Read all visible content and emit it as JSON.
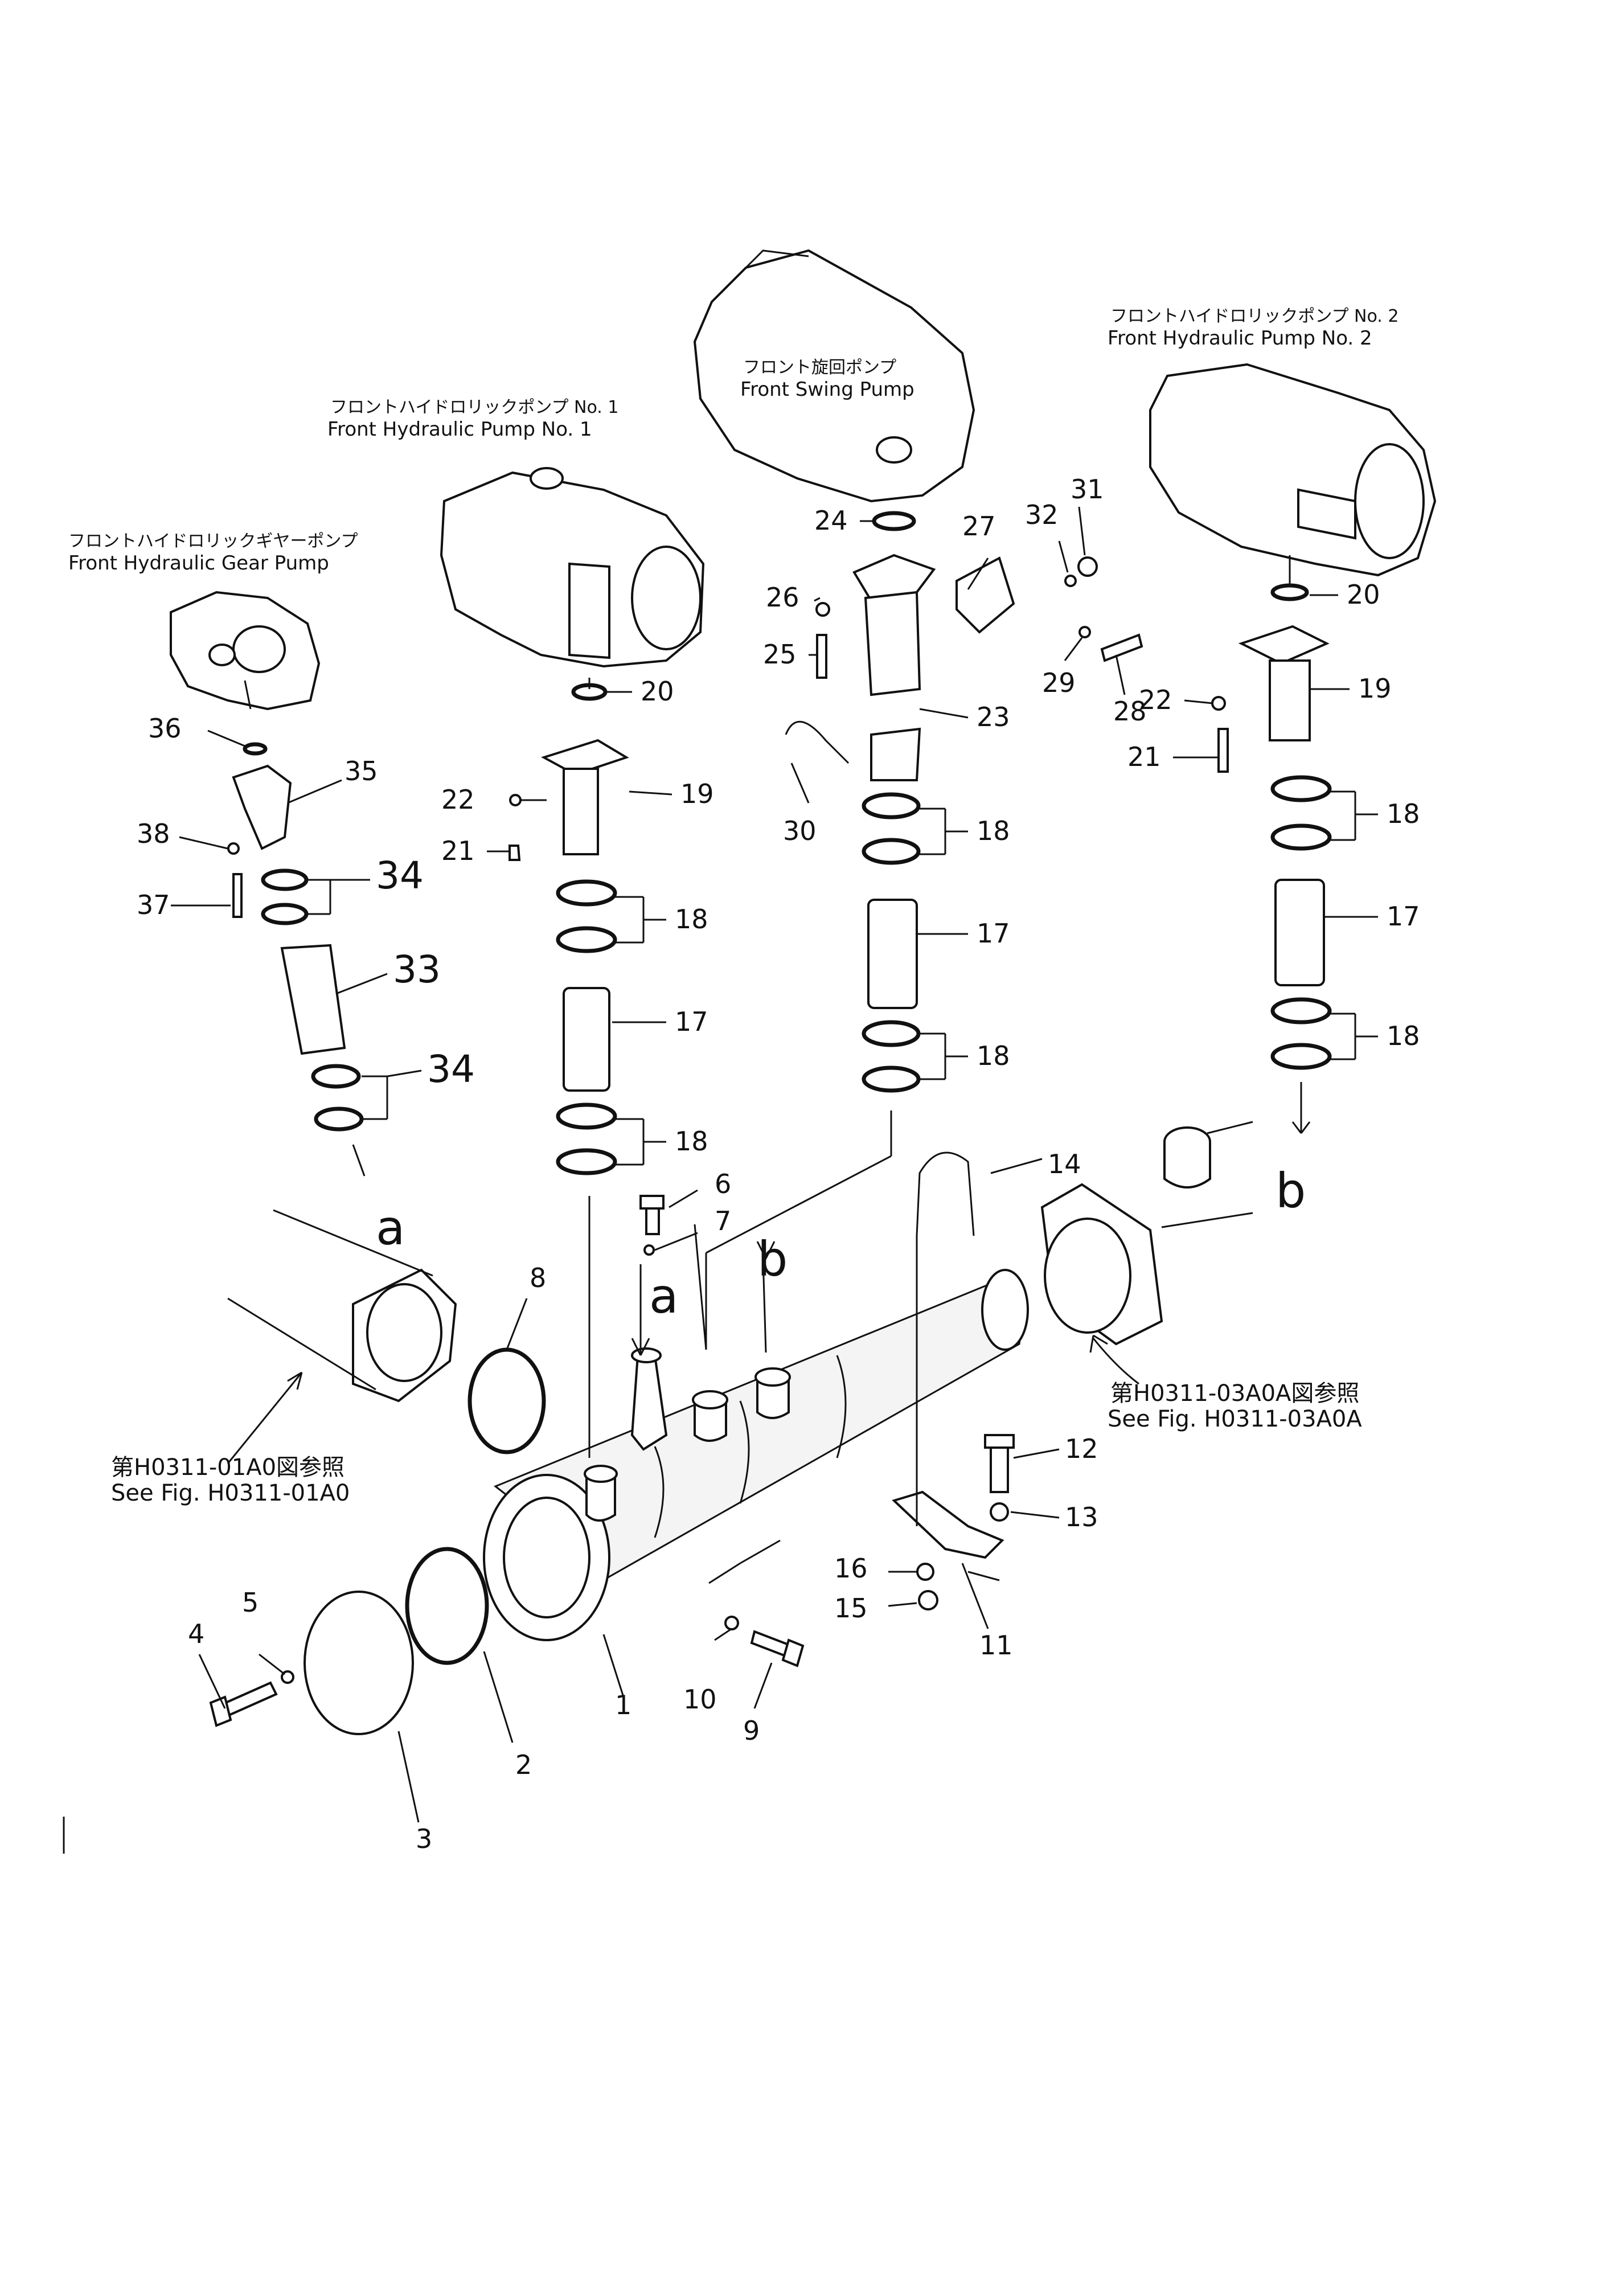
{
  "pumps": {
    "gear_pump": {
      "jp": "フロントハイドロリックギヤーポンプ",
      "en": "Front  Hydraulic  Gear  Pump"
    },
    "pump_no1": {
      "jp": "フロントハイドロリックポンプ No. 1",
      "en": "Front  Hydraulic  Pump  No. 1"
    },
    "swing_pump": {
      "jp": "フロント旋回ポンプ",
      "en": "Front  Swing  Pump"
    },
    "pump_no2": {
      "jp": "フロントハイドロリックポンプ No. 2",
      "en": "Front  Hydraulic  Pump  No. 2"
    }
  },
  "references": {
    "left": {
      "jp": "第H0311-01A0図参照",
      "en": "See  Fig.  H0311-01A0"
    },
    "right": {
      "jp": "第H0311-03A0A図参照",
      "en": "See  Fig.  H0311-03A0A"
    }
  },
  "connection_letters": {
    "a": "a",
    "b": "b"
  },
  "part_numbers": {
    "p1": "1",
    "p2": "2",
    "p3": "3",
    "p4": "4",
    "p5": "5",
    "p6": "6",
    "p7": "7",
    "p8": "8",
    "p9": "9",
    "p10": "10",
    "p11": "11",
    "p12": "12",
    "p13": "13",
    "p14": "14",
    "p15": "15",
    "p16": "16",
    "p17": "17",
    "p18": "18",
    "p19": "19",
    "p20": "20",
    "p21": "21",
    "p22": "22",
    "p23": "23",
    "p24": "24",
    "p25": "25",
    "p26": "26",
    "p27": "27",
    "p28": "28",
    "p29": "29",
    "p30": "30",
    "p31": "31",
    "p32": "32",
    "p33": "33",
    "p34": "34",
    "p35": "35",
    "p36": "36",
    "p37": "37",
    "p38": "38"
  }
}
